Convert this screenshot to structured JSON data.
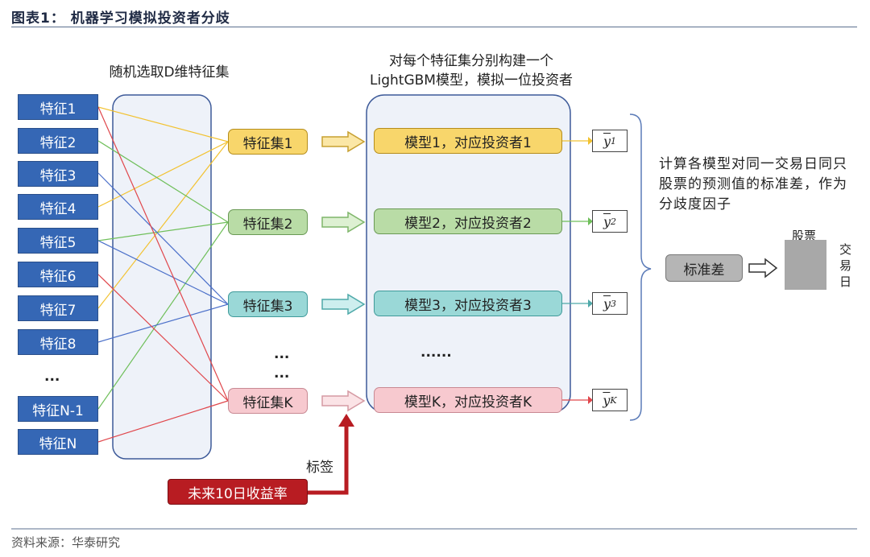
{
  "title": "图表1： 机器学习模拟投资者分歧",
  "captions": {
    "feature_pick": "随机选取D维特征集",
    "model_line1": "对每个特征集分别构建一个",
    "model_line2": "LightGBM模型，模拟一位投资者"
  },
  "features": [
    "特征1",
    "特征2",
    "特征3",
    "特征4",
    "特征5",
    "特征6",
    "特征7",
    "特征8",
    "...",
    "特征N-1",
    "特征N"
  ],
  "feature_sets": [
    {
      "label": "特征集1",
      "color": "yellow"
    },
    {
      "label": "特征集2",
      "color": "green"
    },
    {
      "label": "特征集3",
      "color": "cyan"
    },
    {
      "label": "特征集K",
      "color": "pink"
    }
  ],
  "set_dots": [
    "...",
    "..."
  ],
  "models": [
    {
      "label": "模型1，对应投资者1",
      "yhat": "y",
      "sub": "1"
    },
    {
      "label": "模型2，对应投资者2",
      "yhat": "y",
      "sub": "2"
    },
    {
      "label": "模型3，对应投资者3",
      "yhat": "y",
      "sub": "3"
    },
    {
      "label": "模型K，对应投资者K",
      "yhat": "y",
      "sub": "K"
    }
  ],
  "model_dots": "......",
  "note": "计算各模型对同一交易日同只股票的预测值的标准差，作为分歧度因子",
  "std_label": "标准差",
  "matrix": {
    "top": "股票",
    "side": [
      "交",
      "易",
      "日"
    ]
  },
  "target": {
    "label": "未来10日收益率",
    "arrow_label": "标签"
  },
  "source": "资料来源：华泰研究",
  "colors": {
    "feature_blue": "#3567b5",
    "yellow": "#f2c230",
    "green": "#6fbf5a",
    "blue_line": "#4a6fc9",
    "red_line": "#e0474c",
    "target_red": "#b81c22"
  }
}
